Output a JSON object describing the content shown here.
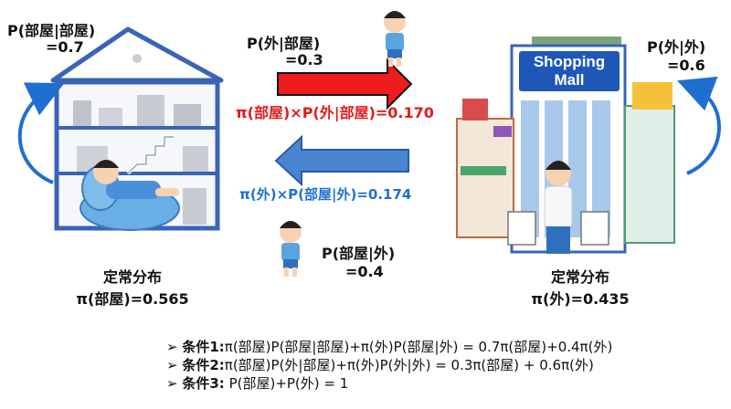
{
  "house": {
    "self_prob": "P(部屋|部屋)",
    "self_val": "=0.7",
    "stationary_title": "定常分布",
    "stationary_val": "π(部屋)=0.565"
  },
  "mall": {
    "sign_line1": "Shopping",
    "sign_line2": "Mall",
    "self_prob": "P(外|外)",
    "self_val": "=0.6",
    "stationary_title": "定常分布",
    "stationary_val": "π(外)=0.435"
  },
  "transition_out": {
    "prob": "P(外|部屋)",
    "val": "=0.3",
    "flow": "π(部屋)×P(外|部屋)=0.170",
    "color": "#e51a1a"
  },
  "transition_in": {
    "prob": "P(部屋|外)",
    "val": "=0.4",
    "flow": "π(外)×P(部屋|外)=0.174",
    "color": "#1f6fd1"
  },
  "conditions": [
    {
      "marker": "➢",
      "label": "条件1:",
      "text": "π(部屋)P(部屋|部屋)+π(外)P(部屋|外) = 0.7π(部屋)+0.4π(外)"
    },
    {
      "marker": "➢",
      "label": "条件2:",
      "text": "π(部屋)P(外|部屋)+π(外)P(外|外)  = 0.3π(部屋) + 0.6π(外)"
    },
    {
      "marker": "➢",
      "label": "条件3:",
      "text": " P(部屋)+P(外) = 1"
    }
  ]
}
